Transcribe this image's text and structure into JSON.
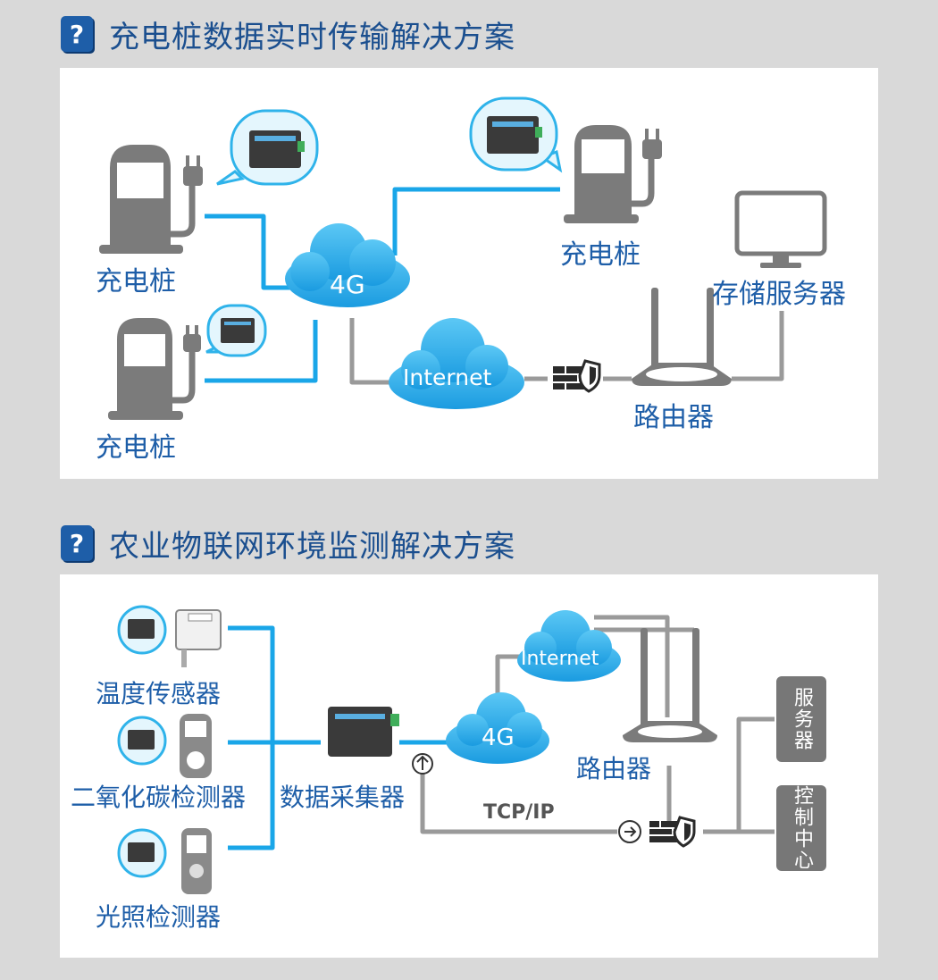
{
  "section1": {
    "badge": "?",
    "title": "充电桩数据实时传输解决方案",
    "labels": {
      "pile_left_top": "充电桩",
      "pile_left_bottom": "充电桩",
      "pile_right": "充电桩",
      "storage_server": "存储服务器",
      "router": "路由器"
    },
    "cloud_4g": "4G",
    "cloud_internet": "Internet"
  },
  "section2": {
    "badge": "?",
    "title": "农业物联网环境监测解决方案",
    "labels": {
      "temp_sensor": "温度传感器",
      "co2_detector": "二氧化碳检测器",
      "light_detector": "光照检测器",
      "data_collector": "数据采集器",
      "router": "路由器",
      "tcpip": "TCP/IP"
    },
    "cloud_4g": "4G",
    "cloud_internet": "Internet",
    "server_box": "服务器",
    "control_box": "控制中心"
  },
  "colors": {
    "blue_line": "#1aa6e8",
    "gray_line": "#9a9a9a",
    "heading": "#1b4f8f",
    "label": "#1e5ea8"
  }
}
